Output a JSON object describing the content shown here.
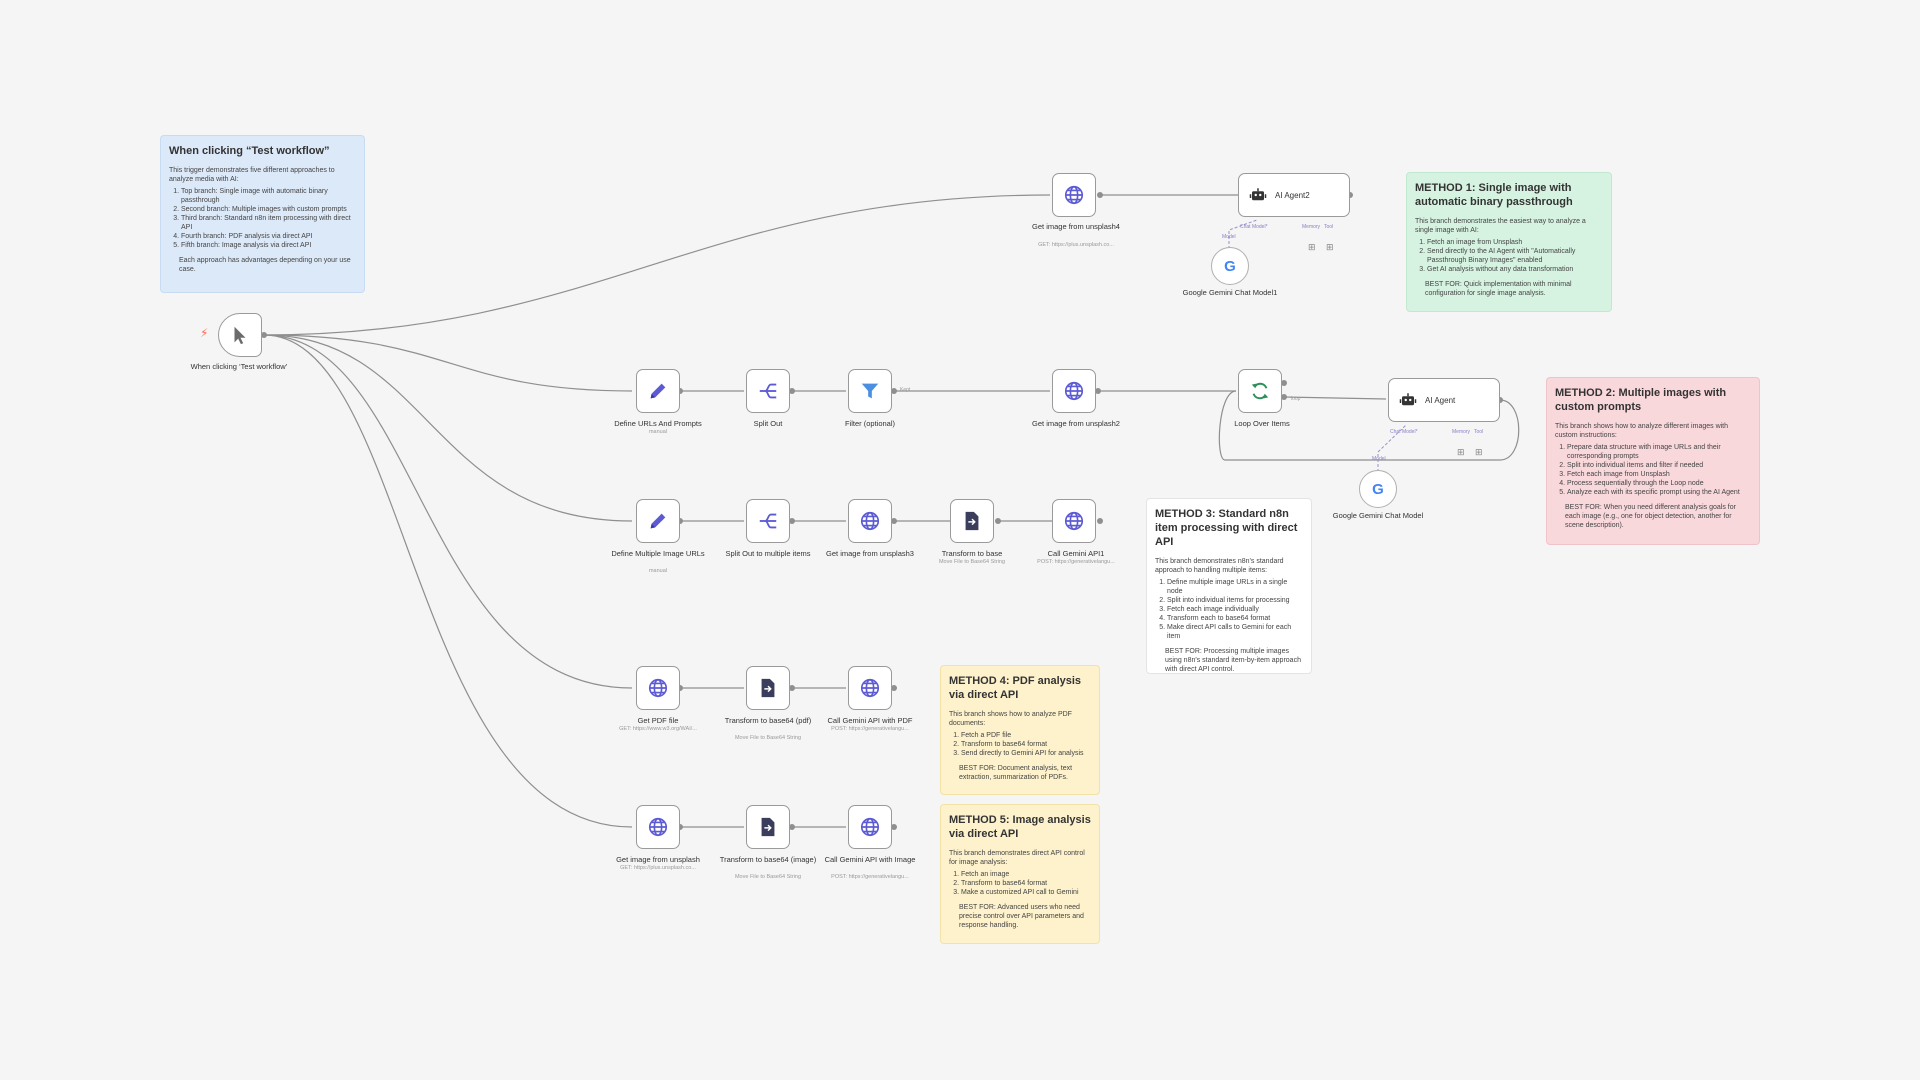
{
  "notes": {
    "trigger_note": {
      "title": "When clicking “Test workflow”",
      "intro": "This trigger demonstrates five different approaches to analyze media with AI:",
      "items": [
        "Top branch: Single image with automatic binary passthrough",
        "Second branch: Multiple images with custom prompts",
        "Third branch: Standard n8n item processing with direct API",
        "Fourth branch: PDF analysis via direct API",
        "Fifth branch: Image analysis via direct API"
      ],
      "footer": "Each approach has advantages depending on your use case."
    },
    "method1": {
      "title": "METHOD 1: Single image with automatic binary passthrough",
      "intro": "This branch demonstrates the easiest way to analyze a single image with AI:",
      "items": [
        "Fetch an image from Unsplash",
        "Send directly to the AI Agent with \"Automatically Passthrough Binary Images\" enabled",
        "Get AI analysis without any data transformation"
      ],
      "best": "BEST FOR: Quick implementation with minimal configuration for single image analysis."
    },
    "method2": {
      "title": "METHOD 2: Multiple images with custom prompts",
      "intro": "This branch shows how to analyze different images with custom instructions:",
      "items": [
        "Prepare data structure with image URLs and their corresponding prompts",
        "Split into individual items and filter if needed",
        "Fetch each image from Unsplash",
        "Process sequentially through the Loop node",
        "Analyze each with its specific prompt using the AI Agent"
      ],
      "best": "BEST FOR: When you need different analysis goals for each image (e.g., one for object detection, another for scene description)."
    },
    "method3": {
      "title": "METHOD 3: Standard n8n item processing with direct API",
      "intro": "This branch demonstrates n8n's standard approach to handling multiple items:",
      "items": [
        "Define multiple image URLs in a single node",
        "Split into individual items for processing",
        "Fetch each image individually",
        "Transform each to base64 format",
        "Make direct API calls to Gemini for each item"
      ],
      "best": "BEST FOR: Processing multiple images using n8n's standard item-by-item approach with direct API control."
    },
    "method4": {
      "title": "METHOD 4: PDF analysis via direct API",
      "intro": "This branch shows how to analyze PDF documents:",
      "items": [
        "Fetch a PDF file",
        "Transform to base64 format",
        "Send directly to Gemini API for analysis"
      ],
      "best": "BEST FOR: Document analysis, text extraction, summarization of PDFs."
    },
    "method5": {
      "title": "METHOD 5: Image analysis via direct API",
      "intro": "This branch demonstrates direct API control for image analysis:",
      "items": [
        "Fetch an image",
        "Transform to base64 format",
        "Make a customized API call to Gemini"
      ],
      "best": "BEST FOR: Advanced users who need precise control over API parameters and response handling."
    }
  },
  "nodes": {
    "trigger": {
      "label": "When clicking ‘Test workflow’",
      "icon": "cursor-icon"
    },
    "get_image_unsplash4": {
      "label": "Get image from unsplash4",
      "sub": "GET: https://plus.unsplash.co...",
      "icon": "globe-icon"
    },
    "ai_agent2": {
      "label": "AI Agent2",
      "icon": "robot-icon",
      "ports": [
        "Chat Model*",
        "Memory",
        "Tool"
      ]
    },
    "gemini_model1": {
      "label": "Google Gemini Chat Model1",
      "port": "Model",
      "icon": "google-icon"
    },
    "define_urls_prompts": {
      "label": "Define URLs And Prompts",
      "sub": "manual",
      "icon": "pencil-icon"
    },
    "split_out": {
      "label": "Split Out",
      "icon": "split-icon"
    },
    "filter": {
      "label": "Filter (optional)",
      "port_out": "Kept",
      "icon": "filter-icon"
    },
    "get_image_unsplash2": {
      "label": "Get image from unsplash2",
      "icon": "globe-icon"
    },
    "loop_over_items": {
      "label": "Loop Over Items",
      "port_out": "loop",
      "icon": "loop-icon"
    },
    "ai_agent": {
      "label": "AI Agent",
      "icon": "robot-icon",
      "ports": [
        "Chat Model*",
        "Memory",
        "Tool"
      ]
    },
    "gemini_model": {
      "label": "Google Gemini Chat Model",
      "port": "Model",
      "icon": "google-icon"
    },
    "define_multiple_urls": {
      "label": "Define Multiple Image URLs",
      "sub": "manual",
      "icon": "pencil-icon"
    },
    "split_out_multiple": {
      "label": "Split Out to multiple items",
      "icon": "split-icon"
    },
    "get_image_unsplash3": {
      "label": "Get image from unsplash3",
      "icon": "globe-icon"
    },
    "transform_base": {
      "label": "Transform to base",
      "sub": "Move File to Base64 String",
      "icon": "file-icon"
    },
    "call_gemini_api1": {
      "label": "Call Gemini API1",
      "sub": "POST: https://generativelangu...",
      "icon": "globe-icon"
    },
    "get_pdf_file": {
      "label": "Get PDF file",
      "sub": "GET: https://www.w3.org/WAI/...",
      "icon": "globe-icon"
    },
    "transform_base64_pdf": {
      "label": "Transform to base64 (pdf)",
      "sub": "Move File to Base64 String",
      "icon": "file-icon"
    },
    "call_gemini_pdf": {
      "label": "Call Gemini API with PDF",
      "sub": "POST: https://generativelangu...",
      "icon": "globe-icon"
    },
    "get_image_unsplash": {
      "label": "Get image from unsplash",
      "sub": "GET: https://plus.unsplash.co...",
      "icon": "globe-icon"
    },
    "transform_base64_image": {
      "label": "Transform to base64 (image)",
      "sub": "Move File to Base64 String",
      "icon": "file-icon"
    },
    "call_gemini_image": {
      "label": "Call Gemini API with Image",
      "sub": "POST: https://generativelangu...",
      "icon": "globe-icon"
    }
  },
  "colors": {
    "canvas": "#f5f5f5",
    "wire": "#8f8f8f",
    "node_icon": "#5d5bd4",
    "loop_icon": "#2e8f5b",
    "trigger_bolt": "#ff6d5a",
    "note_blue": "#dce9f8",
    "note_green": "#d6f3e1",
    "note_red": "#f9d8dc",
    "note_yellow": "#fdf2cc"
  }
}
